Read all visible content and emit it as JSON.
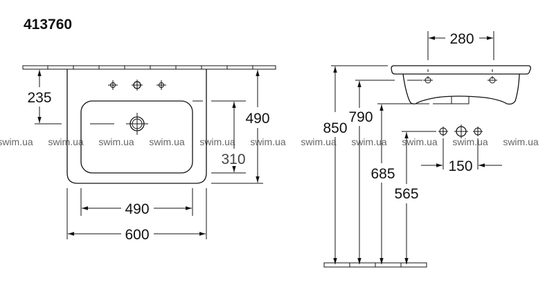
{
  "title": "413760",
  "front_view": {
    "dim_tap_height": "235",
    "dim_bowl_depth": "310",
    "dim_total_depth": "490",
    "dim_bowl_width": "490",
    "dim_total_width": "600"
  },
  "side_view": {
    "dim_tap_spacing": "280",
    "dim_rim_height": "850",
    "dim_overflow_height": "790",
    "dim_bottom_height": "685",
    "dim_supply_height": "565",
    "dim_supply_spacing": "150"
  },
  "watermark": "swim.ua"
}
